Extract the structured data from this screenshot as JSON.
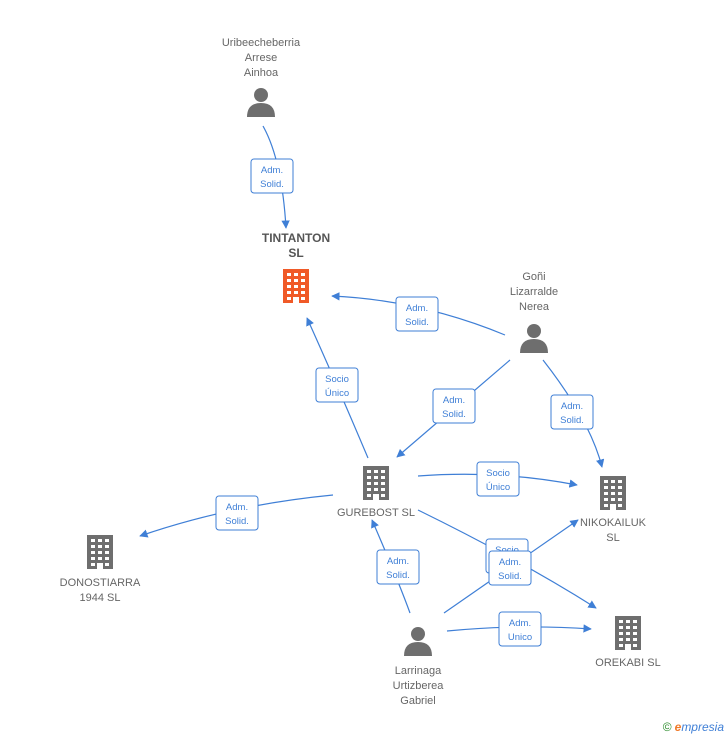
{
  "nodes": [
    {
      "id": "uribe",
      "kind": "person",
      "lines": [
        "Uribeecheberria",
        "Arrese",
        "Ainhoa"
      ],
      "main": false
    },
    {
      "id": "tintanton",
      "kind": "company",
      "lines": [
        "TINTANTON",
        "SL"
      ],
      "main": true
    },
    {
      "id": "gonilizarralde",
      "kind": "person",
      "lines": [
        "Goñi",
        "Lizarralde",
        "Nerea"
      ],
      "main": false
    },
    {
      "id": "gurebost",
      "kind": "company",
      "lines": [
        "GUREBOST  SL"
      ],
      "main": false
    },
    {
      "id": "nikokailuk",
      "kind": "company",
      "lines": [
        "NIKOKAILUK",
        "SL"
      ],
      "main": false
    },
    {
      "id": "donostiarra",
      "kind": "company",
      "lines": [
        "DONOSTIARRA",
        "1944  SL"
      ],
      "main": false
    },
    {
      "id": "larrinaga",
      "kind": "person",
      "lines": [
        "Larrinaga",
        "Urtizberea",
        "Gabriel"
      ],
      "main": false
    },
    {
      "id": "orekabi",
      "kind": "company",
      "lines": [
        "OREKABI  SL"
      ],
      "main": false
    }
  ],
  "edges": [
    {
      "from": "uribe",
      "to": "tintanton",
      "label": [
        "Adm.",
        "Solid."
      ]
    },
    {
      "from": "gonilizarralde",
      "to": "tintanton",
      "label": [
        "Adm.",
        "Solid."
      ]
    },
    {
      "from": "gurebost",
      "to": "tintanton",
      "label": [
        "Socio",
        "Único"
      ]
    },
    {
      "from": "gonilizarralde",
      "to": "gurebost",
      "label": [
        "Adm.",
        "Solid."
      ]
    },
    {
      "from": "gonilizarralde",
      "to": "nikokailuk",
      "label": [
        "Adm.",
        "Solid."
      ]
    },
    {
      "from": "gurebost",
      "to": "nikokailuk",
      "label": [
        "Socio",
        "Único"
      ]
    },
    {
      "from": "gurebost",
      "to": "donostiarra",
      "label": [
        "Adm.",
        "Solid."
      ]
    },
    {
      "from": "gurebost",
      "to": "orekabi",
      "label": [
        "Socio",
        "Único"
      ]
    },
    {
      "from": "larrinaga",
      "to": "gurebost",
      "label": [
        "Adm.",
        "Solid."
      ]
    },
    {
      "from": "larrinaga",
      "to": "nikokailuk",
      "label": [
        "Adm.",
        "Solid."
      ]
    },
    {
      "from": "larrinaga",
      "to": "orekabi",
      "label": [
        "Adm.",
        "Unico"
      ]
    }
  ],
  "colors": {
    "main_company": "#f05a28",
    "company": "#6e6e6e",
    "person": "#6e6e6e",
    "edge": "#3f7fd6"
  },
  "credit": {
    "symbol": "©",
    "brand_initial": "e",
    "brand_rest": "mpresia"
  }
}
